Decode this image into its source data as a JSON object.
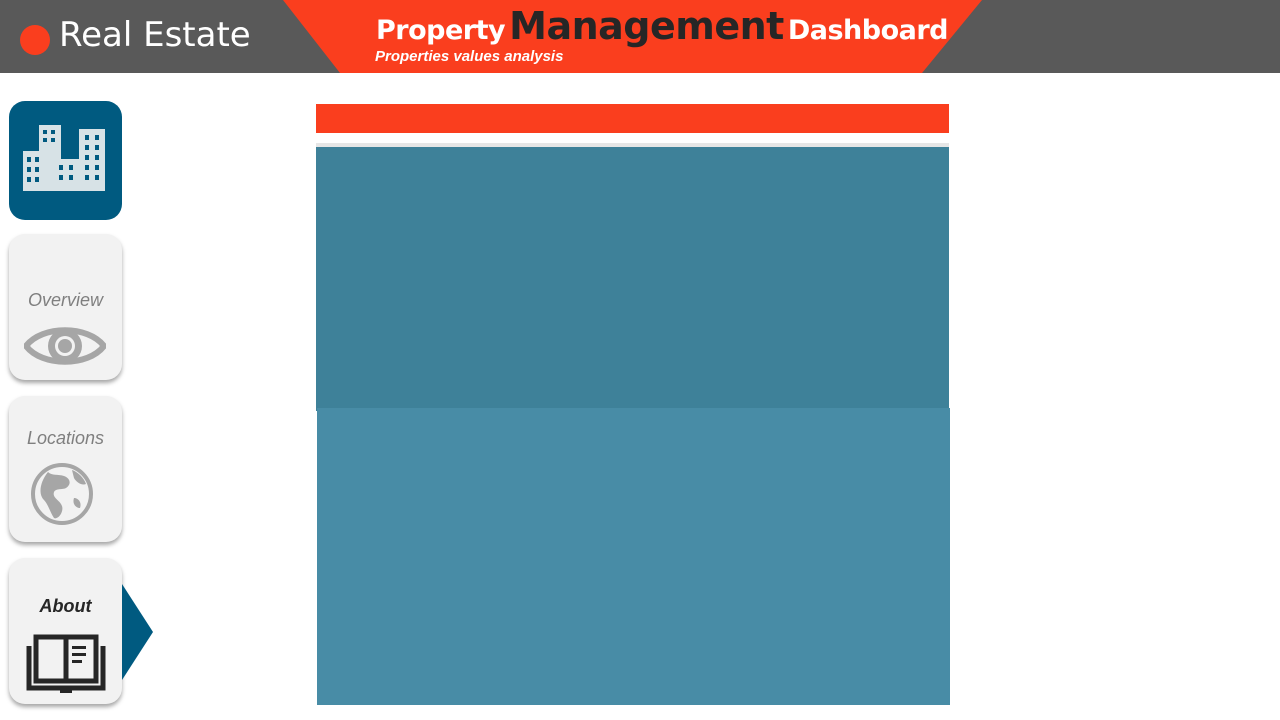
{
  "brand": {
    "name": "Real Estate"
  },
  "header": {
    "title_part1": "Property",
    "title_part2": "Management",
    "title_part3": "Dashboard",
    "subtitle": "Properties values analysis"
  },
  "sidebar": {
    "items": [
      {
        "label": "Overview",
        "icon": "eye-icon"
      },
      {
        "label": "Locations",
        "icon": "globe-icon"
      },
      {
        "label": "About",
        "icon": "book-icon",
        "active": true
      }
    ]
  },
  "colors": {
    "accent": "#FA3E1E",
    "header_bg": "#595959",
    "brand_blue": "#005A80",
    "panel_top": "#3E8199",
    "panel_bottom": "#488CA6"
  }
}
